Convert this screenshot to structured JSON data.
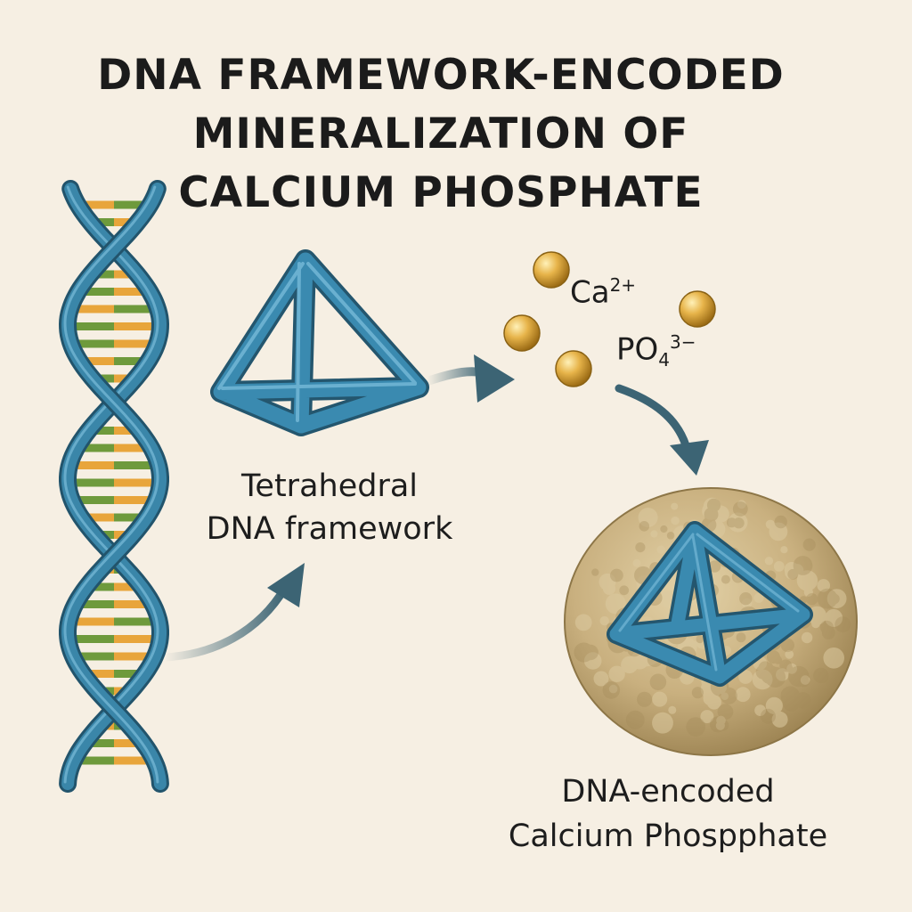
{
  "title": {
    "line1": "DNA FRAMEWORK-ENCODED",
    "line2": "MINERALIZATION OF",
    "line3": "CALCIUM PHOSPHATE"
  },
  "labels": {
    "tetrahedral_line1": "Tetrahedral",
    "tetrahedral_line2": "DNA framework",
    "product_line1": "DNA-encoded",
    "product_line2": "Calcium Phospphate"
  },
  "ions": {
    "calcium": {
      "base": "Ca",
      "charge": "2+"
    },
    "phosphate": {
      "base": "PO",
      "subscript": "4",
      "charge": "3−"
    }
  },
  "colors": {
    "background": "#f6efe3",
    "dna_strand": "#3a86a9",
    "dna_strand_dark": "#245a73",
    "base_orange": "#e8a53b",
    "base_green": "#6e9a3c",
    "ion_sphere": "#e0a93a",
    "arrow": "#3c6474",
    "mineral": "#c8b083"
  },
  "icons": {
    "helix": "dna-double-helix-icon",
    "tetrahedron": "tetrahedron-icon",
    "ion": "ion-sphere-icon",
    "mineral": "mineral-particle-icon"
  }
}
